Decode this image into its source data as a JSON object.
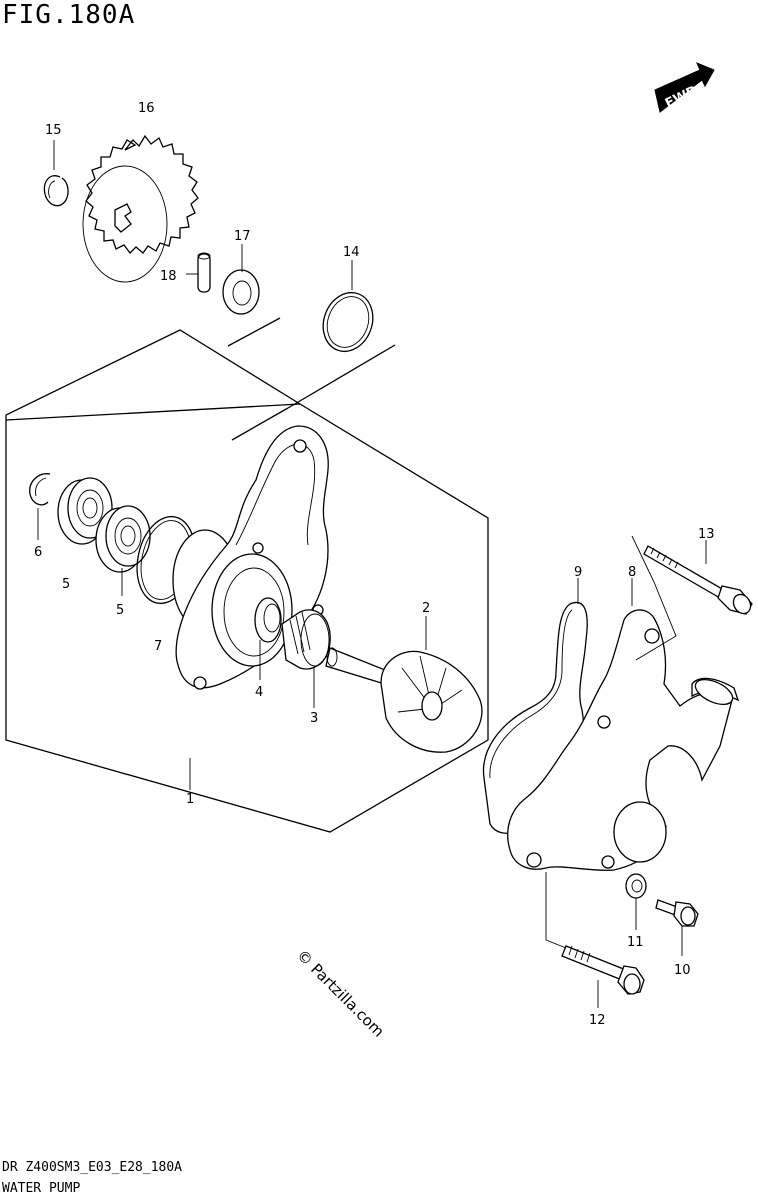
{
  "figure": {
    "title": "FIG.180A",
    "footer_code": "DR Z400SM3_E03_E28_180A",
    "footer_name": "WATER PUMP",
    "direction_label": "FWD",
    "watermark": "© Partzilla.com"
  },
  "callouts": {
    "c1": "1",
    "c2": "2",
    "c3": "3",
    "c4": "4",
    "c5a": "5",
    "c5b": "5",
    "c6": "6",
    "c7": "7",
    "c8": "8",
    "c9": "9",
    "c10": "10",
    "c11": "11",
    "c12": "12",
    "c13": "13",
    "c14": "14",
    "c15": "15",
    "c16": "16",
    "c17": "17",
    "c18": "18"
  }
}
